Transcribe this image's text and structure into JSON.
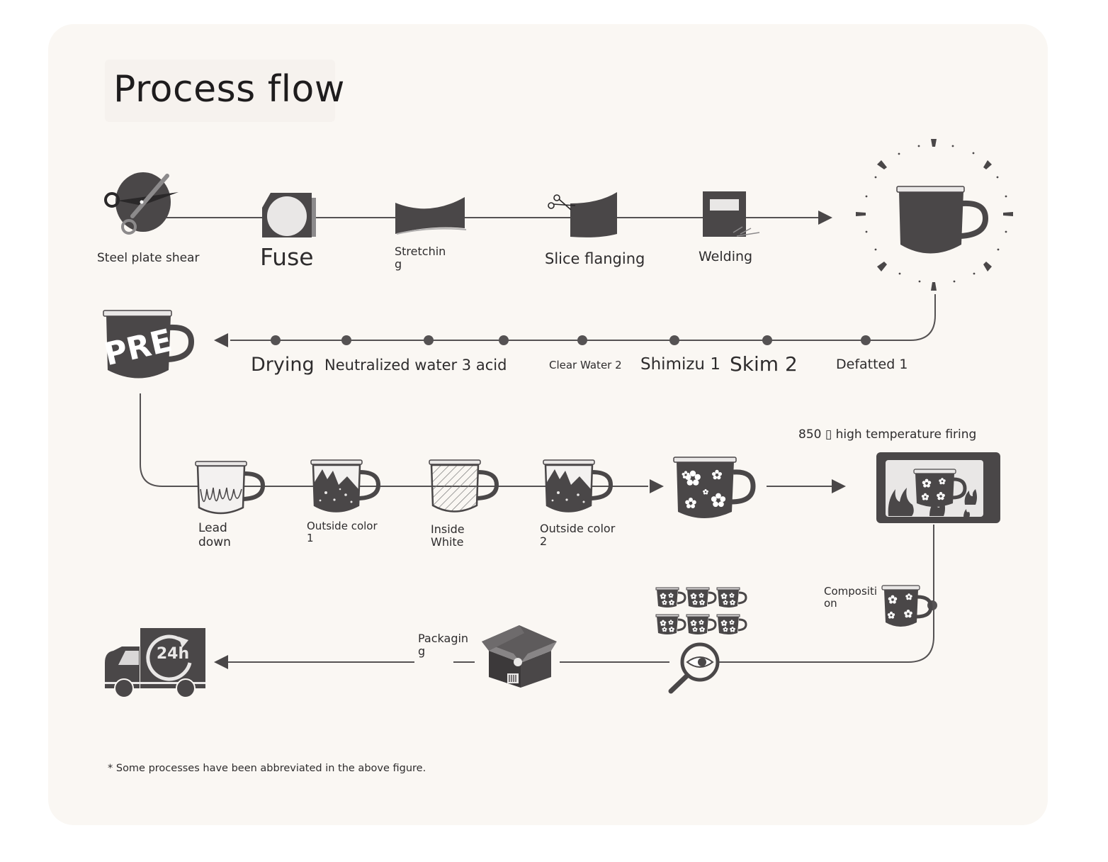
{
  "title": "Process flow",
  "colors": {
    "ink": "#4a4748",
    "line": "#555253",
    "background": "#faf7f3"
  },
  "row1": {
    "steel_plate_shear": "Steel plate shear",
    "fuse": "Fuse",
    "stretching": "Stretchin\ng",
    "slice_flanging": "Slice flanging",
    "welding": "Welding"
  },
  "row2": {
    "drying": "Drying",
    "neutralized": "Neutralized water 3 acid",
    "clear_water_2": "Clear Water 2",
    "shimizu_1": "Shimizu 1",
    "skim_2": "Skim 2",
    "defatted_1": "Defatted 1",
    "pre_badge": "PRE"
  },
  "row3": {
    "lead_down": "Lead\ndown",
    "outside_color_1": "Outside color\n1",
    "inside_white": "Inside\nWhite",
    "outside_color_2": "Outside color\n2",
    "firing": "850 ▯ high temperature firing"
  },
  "row4": {
    "composition": "Compositi\non",
    "packaging": "Packagin\ng",
    "truck_badge": "24h"
  },
  "footnote": "* Some processes have been abbreviated in the above figure."
}
